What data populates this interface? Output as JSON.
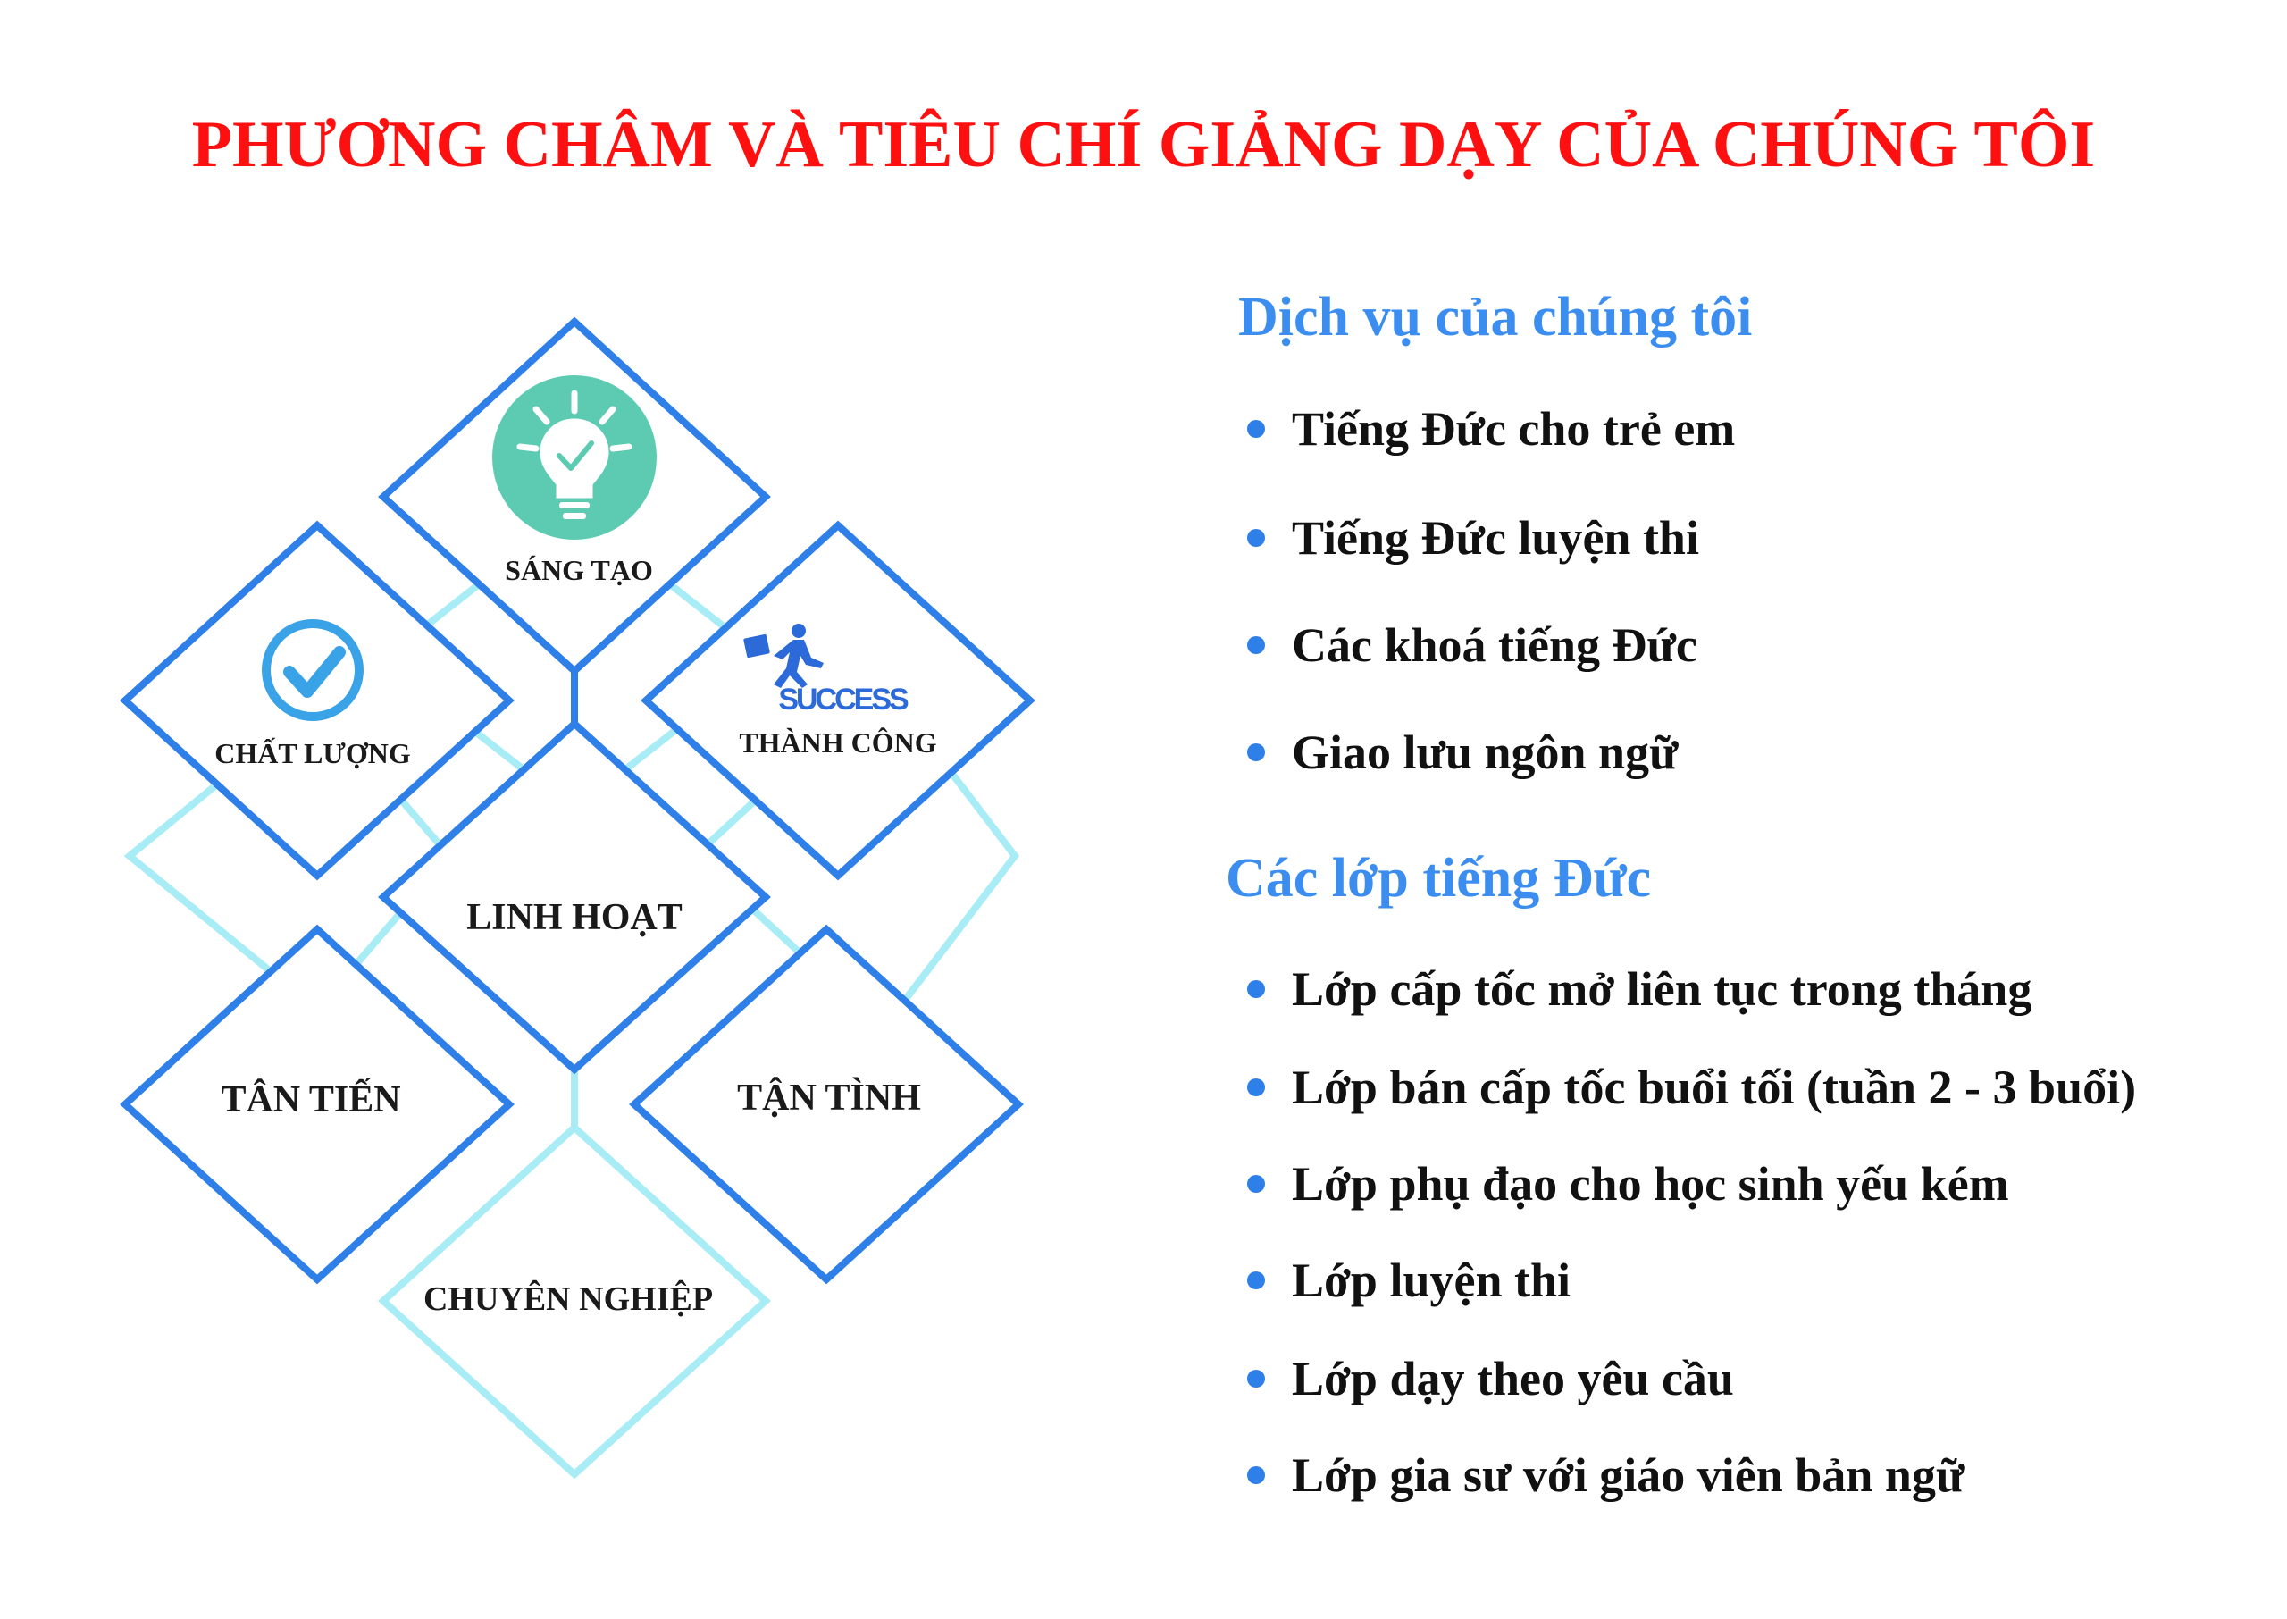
{
  "title": "PHƯƠNG CHÂM VÀ TIÊU CHÍ GIẢNG DẠY CỦA CHÚNG TÔI",
  "colors": {
    "title": "#ff1010",
    "heading": "#3b8ef0",
    "primary_diamond": "#2f7fe8",
    "secondary_diamond": "#a8ecf6",
    "bullet": "#2f7fe8",
    "icon_bulb": "#5ccbb2",
    "icon_check": "#3aa3e8",
    "icon_success": "#2b6ad8"
  },
  "diagram": {
    "nodes": [
      {
        "label": "SÁNG TẠO",
        "icon": "lightbulb-icon"
      },
      {
        "label": "CHẤT LƯỢNG",
        "icon": "checkmark-icon"
      },
      {
        "label": "THÀNH CÔNG",
        "icon": "success-icon",
        "icon_text": "SUCCESS"
      },
      {
        "label": "LINH HOẠT"
      },
      {
        "label": "TÂN TIẾN"
      },
      {
        "label": "TẬN TÌNH"
      },
      {
        "label": "CHUYÊN NGHIỆP"
      }
    ]
  },
  "services": {
    "heading": "Dịch vụ của chúng tôi",
    "items": [
      "Tiếng Đức cho trẻ em",
      "Tiếng Đức luyện thi",
      "Các khoá tiếng Đức",
      "Giao lưu ngôn ngữ"
    ]
  },
  "classes": {
    "heading": "Các lớp tiếng Đức",
    "items": [
      "Lớp cấp tốc mở liên tục trong tháng",
      "Lớp bán cấp tốc buổi tối (tuần 2 - 3 buổi)",
      "Lớp phụ đạo cho học sinh yếu kém",
      "Lớp luyện thi",
      "Lớp dạy theo yêu cầu",
      "Lớp gia sư với giáo viên bản ngữ"
    ]
  }
}
